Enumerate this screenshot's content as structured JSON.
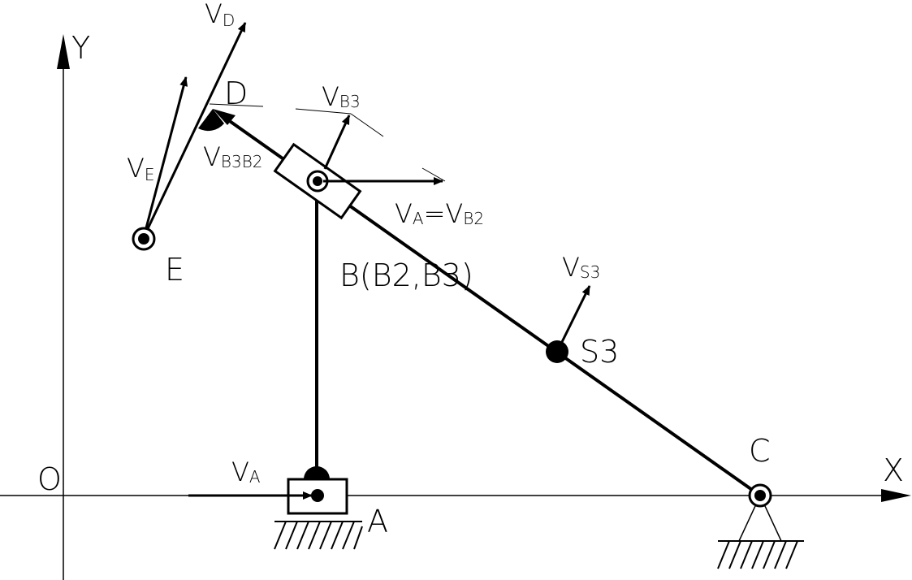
{
  "axes": {
    "x_label": "X",
    "y_label": "Y",
    "origin_label": "O"
  },
  "points": {
    "A": "A",
    "B": "B(B2,B3)",
    "C": "C",
    "D": "D",
    "E": "E",
    "S3": "S3"
  },
  "vectors": {
    "VD": {
      "main": "V",
      "sub": "D"
    },
    "VE": {
      "main": "V",
      "sub": "E"
    },
    "VB3": {
      "main": "V",
      "sub": "B3"
    },
    "VB3B2": {
      "main": "V",
      "sub": "B3B2"
    },
    "VA_eq": {
      "main": "V",
      "sub": "A",
      "eq": "=",
      "main2": "V",
      "sub2": "B2"
    },
    "VS3": {
      "main": "V",
      "sub": "S3"
    },
    "VA": {
      "main": "V",
      "sub": "A"
    }
  },
  "colors": {
    "ink": "#000000",
    "background": "#ffffff"
  }
}
